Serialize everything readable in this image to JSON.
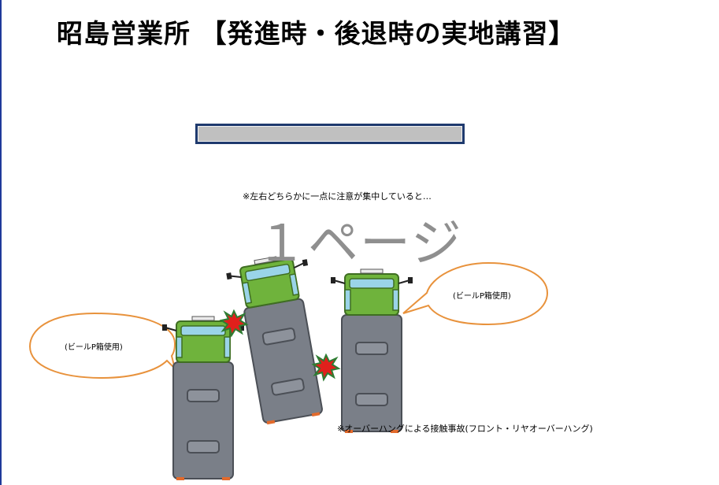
{
  "slide": {
    "title": "昭島営業所 【発進時・後退時の実地講習】",
    "page_label": "１ページ",
    "note_top": "※左右どちらかに一点に注意が集中していると…",
    "note_bottom": "※オーバーハングによる接触事故(フロント・リヤオーバーハング)",
    "bubble_left": "(ビールP箱使用)",
    "bubble_right": "(ビールP箱使用)"
  },
  "colors": {
    "truck_cab": "#6fb33c",
    "truck_body": "#7a7f88",
    "bubble_outline": "#e8923c",
    "collision": "#e0201c",
    "bar_frame": "#1f3a6e",
    "bar_fill": "#c0c0c0"
  },
  "icons": [
    "truck-icon",
    "collision-icon",
    "speech-bubble-icon"
  ]
}
